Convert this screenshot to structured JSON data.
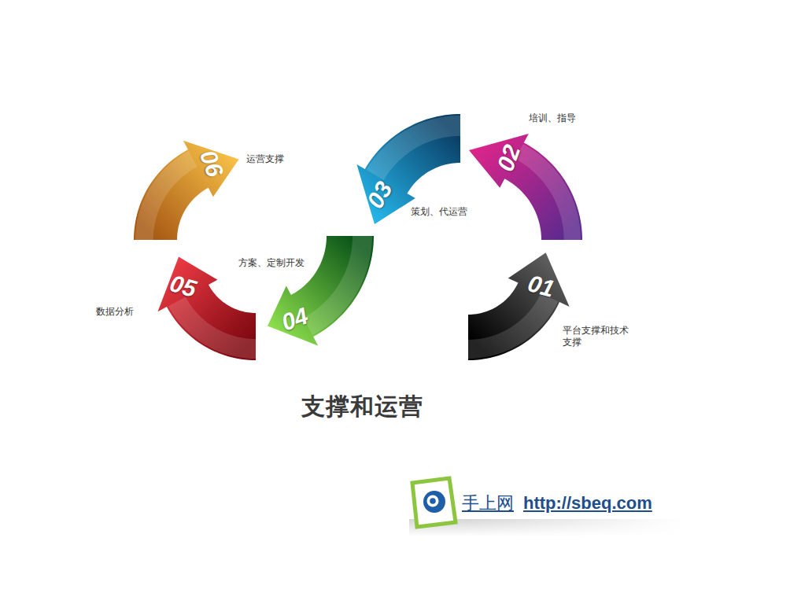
{
  "diagram": {
    "title": "支撑和运营",
    "nodes": [
      {
        "text": [
          "01",
          "平台支撑和技术 支撑"
        ]
      },
      {
        "text": [
          "02",
          "培训、指导"
        ]
      },
      {
        "text": [
          "03",
          "策划、代运营"
        ]
      },
      {
        "text": [
          "04",
          "方案、定制开发"
        ]
      },
      {
        "text": [
          "05",
          "数据分析"
        ]
      },
      {
        "text": [
          "06",
          "运营支撑"
        ]
      }
    ],
    "labels": [
      "手上网",
      "http://sbeq.com"
    ]
  }
}
